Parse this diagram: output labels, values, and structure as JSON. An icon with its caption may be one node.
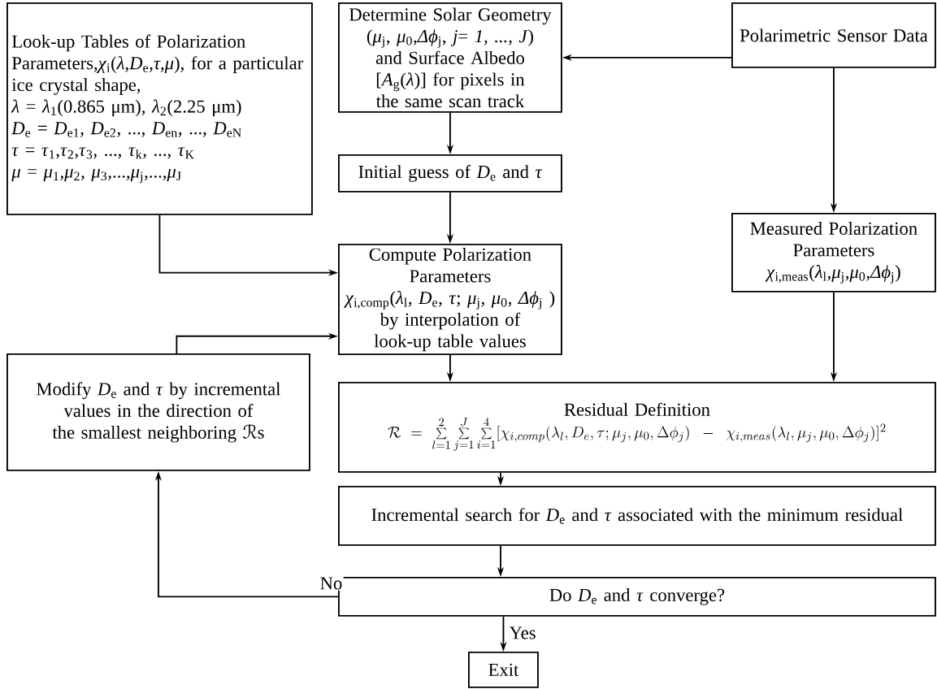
{
  "diagram": {
    "nodes": [
      {
        "text": [
          "Look-up Tables of Polarization Parameters,*χ*$_{i}$(*λ*,*D*$_{e}$,*τ*,*μ*), for a particular ice crystal shape,",
          "*λ* = *λ*$_{1}$(0.865 μm), *λ*$_{2}$(2.25 μm)",
          "*D*$_{e}$ = *D*$_{e1}$, *D*$_{e2}$, ..., *D*$_{en}$, ..., *D*$_{eN}$",
          "*τ* = *τ*$_{1}$,*τ*$_{2}$,*τ*$_{3}$, ..., *τ*$_{k}$, ..., *τ*$_{K}$",
          "*μ* = *μ*$_{1}$,*μ*$_{2}$, *μ*$_{3}$,...,*μ*$_{j}$,...,*μ*$_{J}$"
        ]
      },
      {
        "text": [
          "Determine Solar Geometry (*μ*$_{j}$, *μ*$_{0}$,*Δϕ*$_{j}$, *j*= *1, ..., J*) and Surface Albedo [*A*$_{g}$(*λ*)] for pixels in the same scan track"
        ]
      },
      {
        "text": [
          "Polarimetric Sensor Data"
        ]
      },
      {
        "text": [
          "Initial guess of *D*$_{e}$ and *τ*"
        ]
      },
      {
        "text": [
          "Measured Polarization Parameters",
          "*χ*$_{i,meas}$(*λ*$_{l}$,*μ*$_{j}$,*μ*$_{0}$,*Δϕ*$_{j}$)"
        ]
      },
      {
        "text": [
          "Compute Polarization Parameters",
          "*χ*$_{i,comp}$(*λ*$_{l}$, *D*$_{e}$, *τ*; *μ*$_{j}$, *μ*$_{0}$, *Δϕ*$_{j}$ )",
          "by interpolation of look-up table values"
        ]
      },
      {
        "text": [
          "Modify *D*$_{e}$ and *τ* by incremental values in the direction of the smallest neighboring ℛs"
        ]
      },
      {
        "text": [
          "Residual Definition",
          "\\mathcal{R}=\\sum\\limits_{l=1}^{2}\\sum\\limits_{j=1}^{J}\\sum\\limits_{i=1}^{4}[\\chi_{i,comp}(\\lambda_l,D_e,\\tau;\\mu_j,\\mu_0,\\Delta\\phi_j)\\ -\\ \\chi_{i,meas}(\\lambda_l,\\mu_j,\\mu_0,\\Delta\\phi_j)]^2"
        ]
      },
      {
        "text": [
          "Incremental search for *D*$_{e}$ and *τ* associated with the minimum residual"
        ]
      },
      {
        "text": [
          "Do *D*$_{e}$ and *τ* converge?"
        ]
      },
      {
        "text": [
          "Exit"
        ]
      }
    ],
    "edges": [
      {
        "from": 2,
        "to": 1,
        "arrow": "to"
      },
      {
        "from": 2,
        "to": 4,
        "arrow": "to"
      },
      {
        "from": 1,
        "to": 3,
        "arrow": "to"
      },
      {
        "from": 3,
        "to": 5,
        "arrow": "to"
      },
      {
        "from": 0,
        "to": 5,
        "arrow": "to"
      },
      {
        "from": 5,
        "to": 7,
        "arrow": "to"
      },
      {
        "from": 4,
        "to": 7,
        "arrow": "to"
      },
      {
        "from": 7,
        "to": 8,
        "arrow": "to"
      },
      {
        "from": 8,
        "to": 9,
        "arrow": "to"
      },
      {
        "from": 9,
        "to": 6,
        "arrow": "to",
        "label": "No"
      },
      {
        "from": 6,
        "to": 5,
        "arrow": "to"
      },
      {
        "from": 9,
        "to": 10,
        "arrow": "to",
        "label": "Yes"
      }
    ]
  }
}
